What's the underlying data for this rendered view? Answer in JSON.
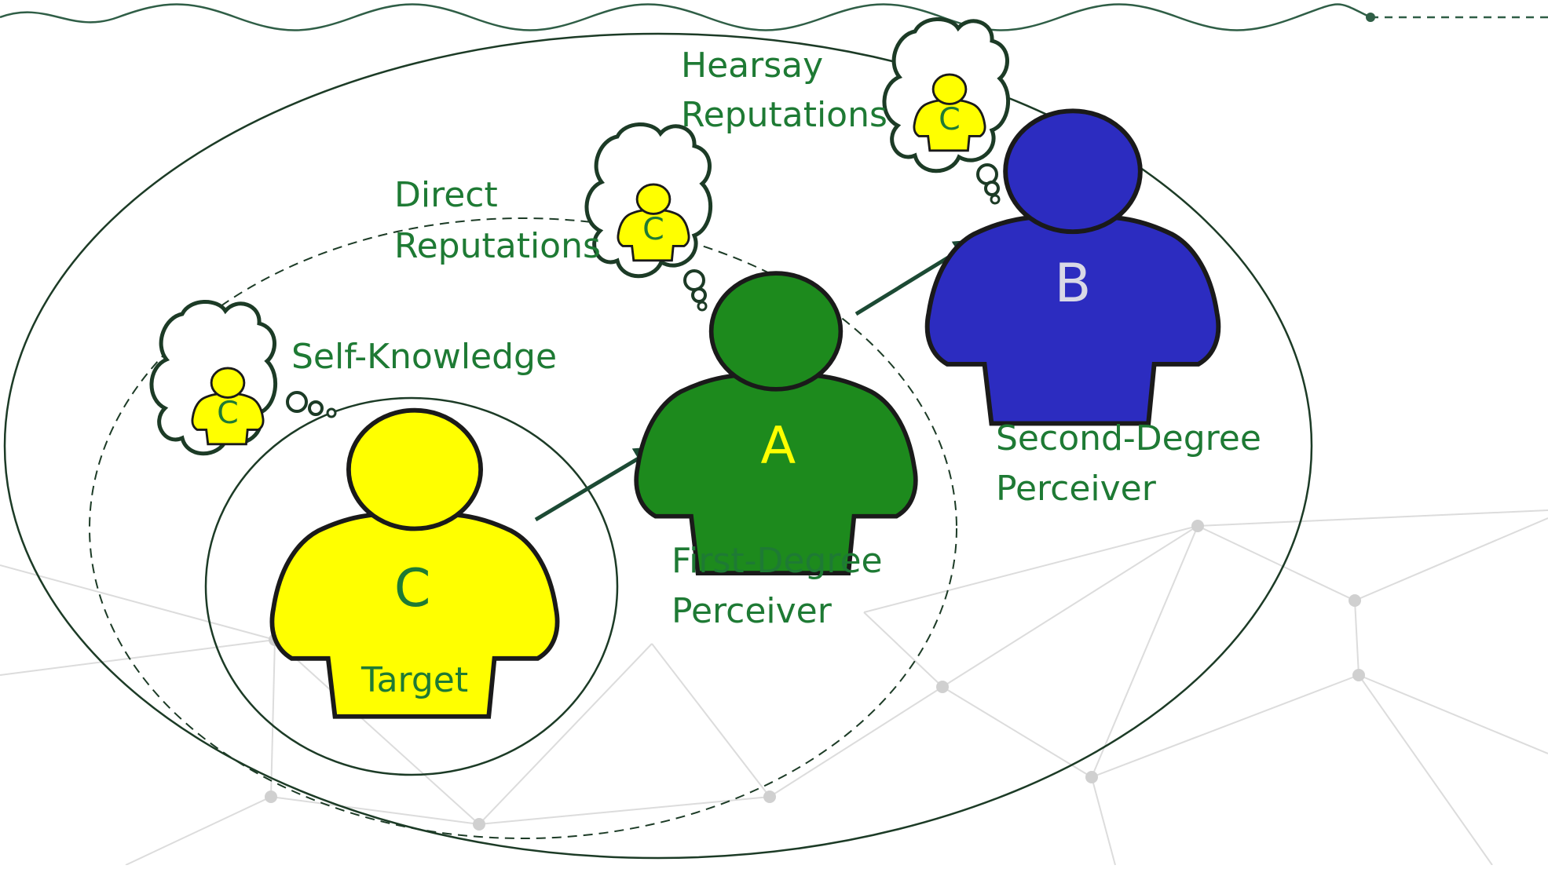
{
  "colors": {
    "label_green": "#1e7a34",
    "outline": "#1c3b26",
    "target_fill": "#ffff00",
    "first_fill": "#1d8a1d",
    "second_fill": "#2c2cc0",
    "background_network": "#d6d6d6"
  },
  "labels": {
    "hearsay_line1": "Hearsay",
    "hearsay_line2": "Reputations",
    "direct_line1": "Direct",
    "direct_line2": "Reputations",
    "self_knowledge": "Self-Knowledge",
    "target": "Target",
    "first_degree_line1": "First-Degree",
    "first_degree_line2": "Perceiver",
    "second_degree_line1": "Second-Degree",
    "second_degree_line2": "Perceiver"
  },
  "people": {
    "target_letter": "C",
    "first_letter": "A",
    "second_letter": "B",
    "thought_letter": "C"
  },
  "icons": [
    "person-icon",
    "thought-bubble-icon",
    "arrow-icon"
  ]
}
